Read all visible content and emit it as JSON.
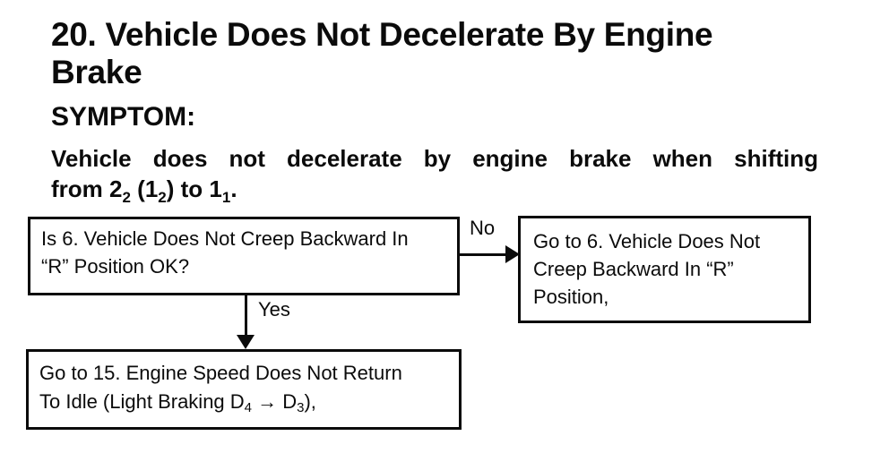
{
  "colors": {
    "ink": "#0b0b0b",
    "paper": "#ffffff"
  },
  "title": {
    "line1": "20. Vehicle Does Not Decelerate By Engine",
    "line2": "Brake"
  },
  "symptom": {
    "heading": "SYMPTOM:",
    "body_line1": "Vehicle does not decelerate by engine brake when shifting",
    "body_line2": {
      "t1": "from 2",
      "sub1": "2",
      "t2": " (1",
      "sub2": "2",
      "t3": ") to 1",
      "sub3": "1",
      "t4": "."
    }
  },
  "flowchart": {
    "question_box": {
      "line1": "Is 6. Vehicle Does Not Creep Backward In",
      "line2": "“R” Position OK?"
    },
    "no_label": "No",
    "yes_label": "Yes",
    "no_result_box": {
      "line1": "Go to 6. Vehicle Does Not",
      "line2": "Creep Backward In “R”",
      "line3": "Position,"
    },
    "yes_result_box": {
      "line1": "Go to 15. Engine Speed Does Not Return",
      "line2": {
        "t1": "To Idle (Light Braking D",
        "sub1": "4",
        "t2": " → D",
        "sub2": "3",
        "t3": "),"
      }
    }
  }
}
